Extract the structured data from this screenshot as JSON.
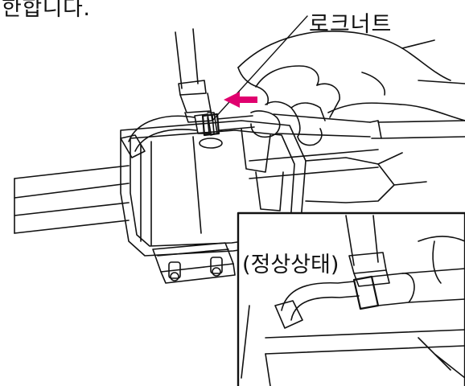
{
  "texts": {
    "top_text": "한합니다.",
    "part_label": "로크너트",
    "inset_label": "(정상상태)"
  },
  "colors": {
    "arrow": "#e0006e",
    "line": "#111111",
    "background": "#ffffff"
  },
  "icons": {
    "direction_arrow": "left-arrow-magenta"
  }
}
